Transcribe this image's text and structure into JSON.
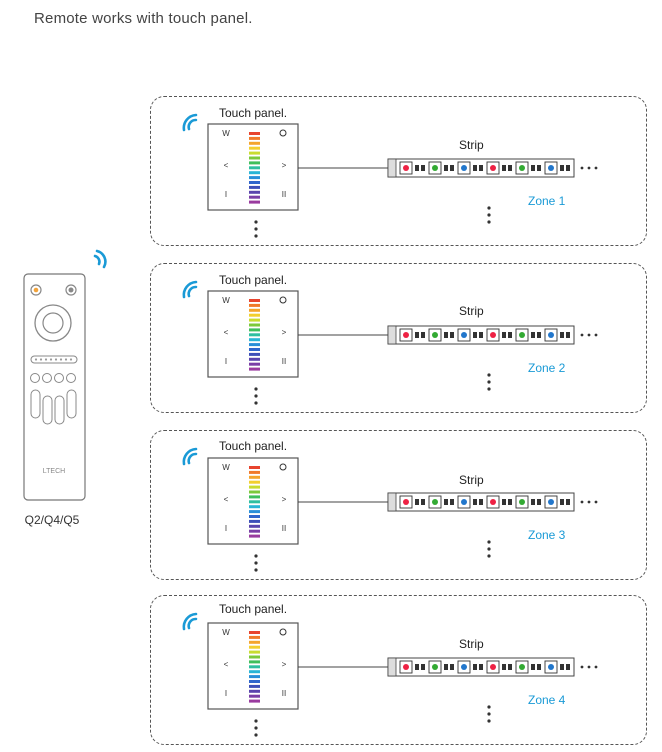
{
  "heading": "Remote works with touch panel.",
  "remote": {
    "model_label": "Q2/Q4/Q5",
    "brand": "LTECH"
  },
  "zones": [
    {
      "panel_label": "Touch panel.",
      "strip_label": "Strip",
      "zone_label": "Zone 1"
    },
    {
      "panel_label": "Touch panel.",
      "strip_label": "Strip",
      "zone_label": "Zone 2"
    },
    {
      "panel_label": "Touch panel.",
      "strip_label": "Strip",
      "zone_label": "Zone 3"
    },
    {
      "panel_label": "Touch panel.",
      "strip_label": "Strip",
      "zone_label": "Zone 4"
    }
  ],
  "panel_buttons": {
    "top_left": "W",
    "left": "<",
    "right": ">",
    "bottom_left": "I",
    "bottom_right": "II"
  },
  "colors": {
    "accent": "#1a9ad6",
    "border": "#555555"
  }
}
